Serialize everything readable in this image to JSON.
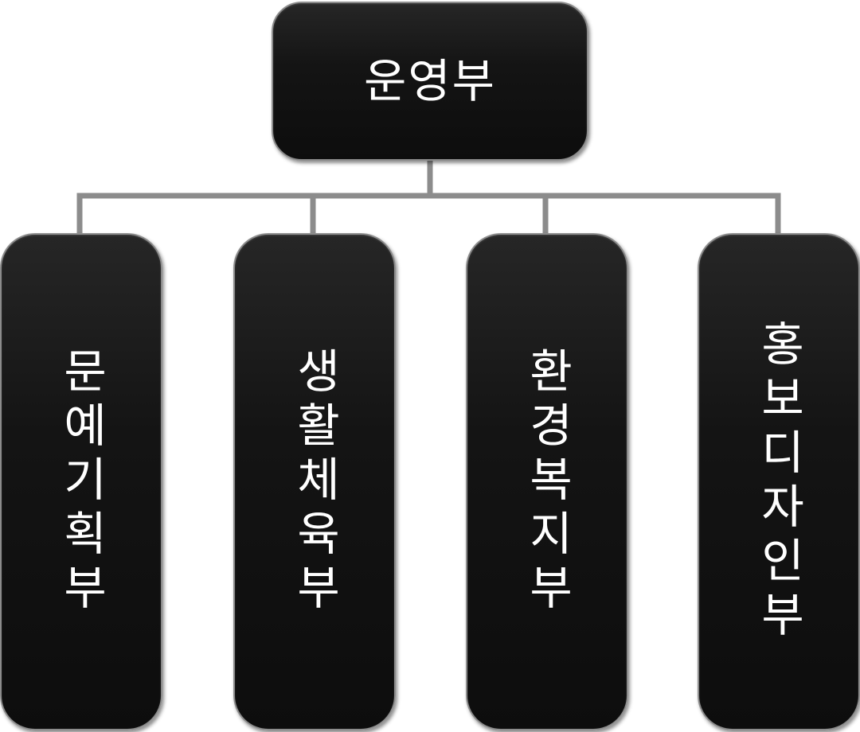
{
  "org_chart": {
    "root": {
      "label": "운영부"
    },
    "children": [
      {
        "label": "문예기획부"
      },
      {
        "label": "생활체육부"
      },
      {
        "label": "환경복지부"
      },
      {
        "label": "홍보디자인부"
      }
    ]
  },
  "colors": {
    "node_fill": "#141414",
    "node_border": "#8c8c8c",
    "connector": "#8c8c8c",
    "text": "#ffffff",
    "background": "#ffffff"
  }
}
